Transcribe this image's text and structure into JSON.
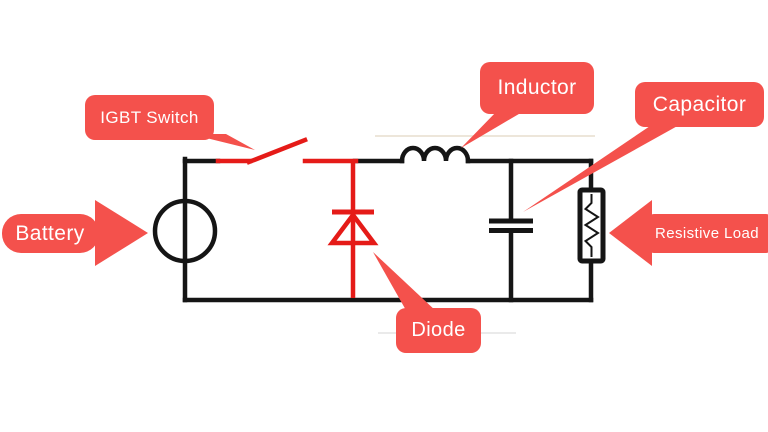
{
  "diagram": {
    "title": "Buck converter circuit diagram with labeled components",
    "labels": {
      "igbt_switch": "IGBT Switch",
      "inductor": "Inductor",
      "capacitor": "Capacitor",
      "battery": "Battery",
      "diode": "Diode",
      "resistive_load": "Resistive Load"
    },
    "colors": {
      "callout_red": "#f4514c",
      "circuit_red": "#e51b18",
      "wire_black": "#151515",
      "label_text": "#ffffff",
      "background": "#ffffff"
    }
  }
}
